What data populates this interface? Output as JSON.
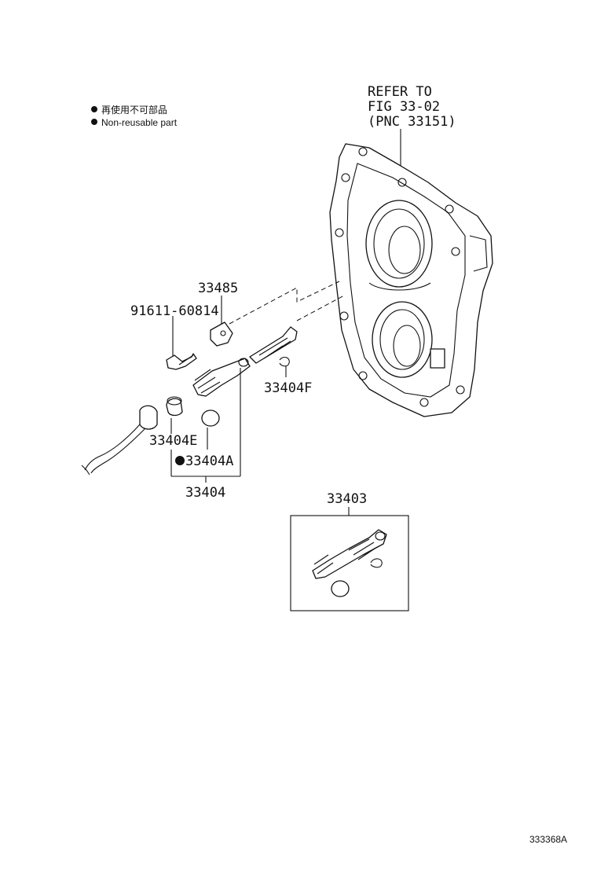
{
  "legend": {
    "line1": "再使用不可部品",
    "line2": "Non-reusable part"
  },
  "refer": {
    "line1": "REFER TO",
    "line2": "FIG 33-02",
    "line3": "(PNC 33151)"
  },
  "parts": {
    "p33485": "33485",
    "p91611": "91611-60814",
    "p33404F": "33404F",
    "p33404E": "33404E",
    "p33404A": "33404A",
    "p33404": "33404",
    "p33403": "33403"
  },
  "figure_id": "333368A"
}
